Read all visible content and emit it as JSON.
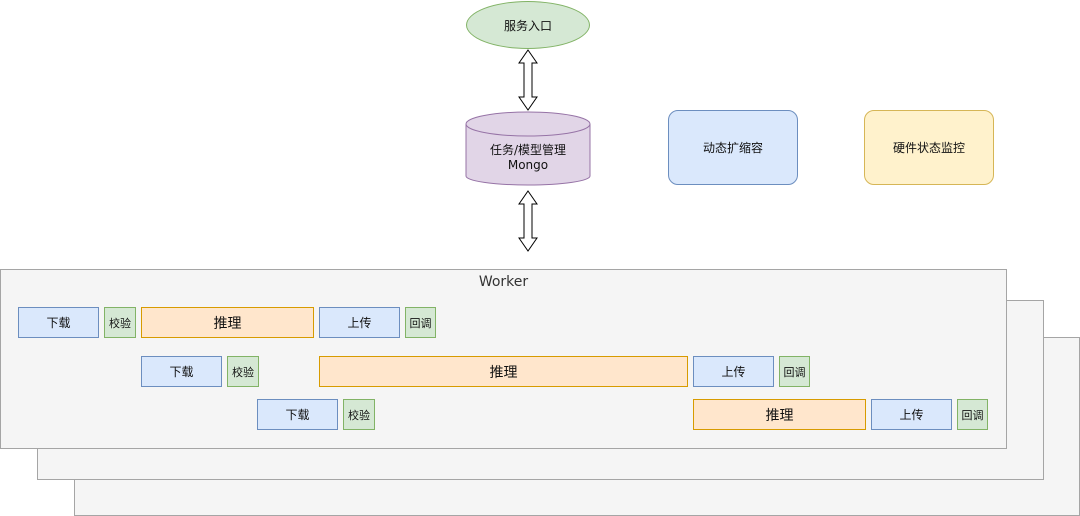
{
  "top": {
    "entry": "服务入口",
    "db_line1": "任务/模型管理",
    "db_line2": "Mongo",
    "autoscale": "动态扩缩容",
    "hw_monitor": "硬件状态监控"
  },
  "worker": {
    "title": "Worker",
    "rows": [
      {
        "download": "下载",
        "verify": "校验",
        "infer": "推理",
        "upload": "上传",
        "callback": "回调"
      },
      {
        "download": "下载",
        "verify": "校验",
        "infer": "推理",
        "upload": "上传",
        "callback": "回调"
      },
      {
        "download": "下载",
        "verify": "校验",
        "infer": "推理",
        "upload": "上传",
        "callback": "回调"
      }
    ]
  },
  "colors": {
    "green_fill": "#d5e8d4",
    "green_stroke": "#82b366",
    "blue_fill": "#dae8fc",
    "blue_stroke": "#6c8ebf",
    "orange_fill": "#ffe6cc",
    "orange_stroke": "#d79b00",
    "yellow_fill": "#fff2cc",
    "yellow_stroke": "#d6b656",
    "purple_fill": "#e1d5e7",
    "purple_stroke": "#9673a6",
    "panel_fill": "#f5f5f5",
    "panel_stroke": "#a5a5a5"
  }
}
